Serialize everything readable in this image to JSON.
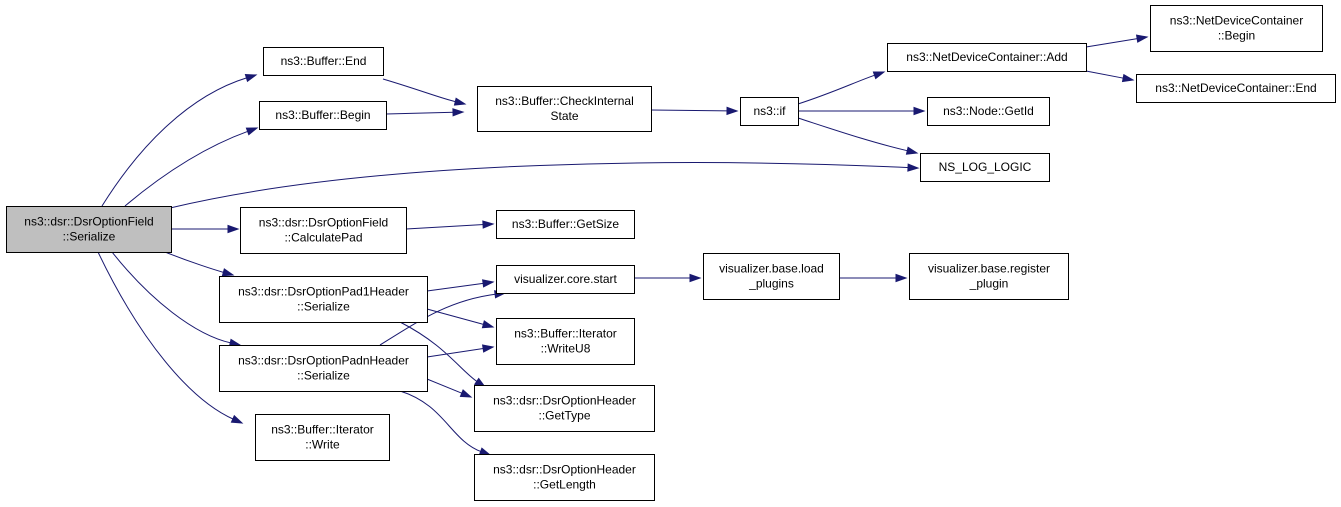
{
  "graph": {
    "nodes": [
      {
        "id": "root",
        "lines": [
          "ns3::dsr::DsrOptionField",
          "::Serialize"
        ],
        "highlighted": true
      },
      {
        "id": "buf_end",
        "lines": [
          "ns3::Buffer::End"
        ]
      },
      {
        "id": "buf_begin",
        "lines": [
          "ns3::Buffer::Begin"
        ]
      },
      {
        "id": "check_internal",
        "lines": [
          "ns3::Buffer::CheckInternal",
          "State"
        ]
      },
      {
        "id": "ns3_if",
        "lines": [
          "ns3::if"
        ]
      },
      {
        "id": "ndc_add",
        "lines": [
          "ns3::NetDeviceContainer::Add"
        ]
      },
      {
        "id": "ndc_begin",
        "lines": [
          "ns3::NetDeviceContainer",
          "::Begin"
        ]
      },
      {
        "id": "ndc_end",
        "lines": [
          "ns3::NetDeviceContainer::End"
        ]
      },
      {
        "id": "node_getid",
        "lines": [
          "ns3::Node::GetId"
        ]
      },
      {
        "id": "ns_log_logic",
        "lines": [
          "NS_LOG_LOGIC"
        ]
      },
      {
        "id": "calc_pad",
        "lines": [
          "ns3::dsr::DsrOptionField",
          "::CalculatePad"
        ]
      },
      {
        "id": "buf_getsize",
        "lines": [
          "ns3::Buffer::GetSize"
        ]
      },
      {
        "id": "pad1_serialize",
        "lines": [
          "ns3::dsr::DsrOptionPad1Header",
          "::Serialize"
        ]
      },
      {
        "id": "padn_serialize",
        "lines": [
          "ns3::dsr::DsrOptionPadnHeader",
          "::Serialize"
        ]
      },
      {
        "id": "vis_core_start",
        "lines": [
          "visualizer.core.start"
        ]
      },
      {
        "id": "vis_load_plugins",
        "lines": [
          "visualizer.base.load",
          "_plugins"
        ]
      },
      {
        "id": "vis_register_plugin",
        "lines": [
          "visualizer.base.register",
          "_plugin"
        ]
      },
      {
        "id": "iter_writeu8",
        "lines": [
          "ns3::Buffer::Iterator",
          "::WriteU8"
        ]
      },
      {
        "id": "opt_gettype",
        "lines": [
          "ns3::dsr::DsrOptionHeader",
          "::GetType"
        ]
      },
      {
        "id": "iter_write",
        "lines": [
          "ns3::Buffer::Iterator",
          "::Write"
        ]
      },
      {
        "id": "opt_getlength",
        "lines": [
          "ns3::dsr::DsrOptionHeader",
          "::GetLength"
        ]
      }
    ],
    "edges": [
      [
        "root",
        "buf_end"
      ],
      [
        "root",
        "buf_begin"
      ],
      [
        "root",
        "ns_log_logic"
      ],
      [
        "root",
        "calc_pad"
      ],
      [
        "root",
        "pad1_serialize"
      ],
      [
        "root",
        "padn_serialize"
      ],
      [
        "root",
        "iter_write"
      ],
      [
        "buf_end",
        "check_internal"
      ],
      [
        "buf_begin",
        "check_internal"
      ],
      [
        "check_internal",
        "ns3_if"
      ],
      [
        "ns3_if",
        "ndc_add"
      ],
      [
        "ns3_if",
        "node_getid"
      ],
      [
        "ns3_if",
        "ns_log_logic"
      ],
      [
        "ndc_add",
        "ndc_begin"
      ],
      [
        "ndc_add",
        "ndc_end"
      ],
      [
        "calc_pad",
        "buf_getsize"
      ],
      [
        "pad1_serialize",
        "vis_core_start"
      ],
      [
        "pad1_serialize",
        "iter_writeu8"
      ],
      [
        "pad1_serialize",
        "opt_gettype"
      ],
      [
        "padn_serialize",
        "vis_core_start"
      ],
      [
        "padn_serialize",
        "iter_writeu8"
      ],
      [
        "padn_serialize",
        "opt_gettype"
      ],
      [
        "padn_serialize",
        "opt_getlength"
      ],
      [
        "vis_core_start",
        "vis_load_plugins"
      ],
      [
        "vis_load_plugins",
        "vis_register_plugin"
      ]
    ]
  },
  "colors": {
    "edge": "#191970",
    "highlight_fill": "#bfbfbf",
    "node_border": "#000000"
  }
}
